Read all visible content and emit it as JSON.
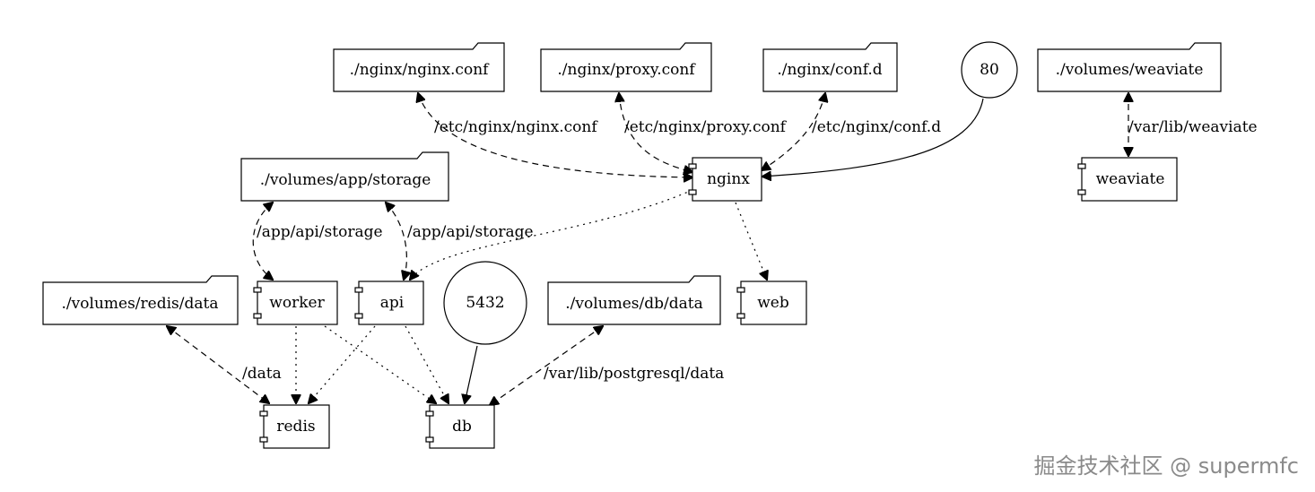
{
  "nodes": {
    "nginx_conf": "./nginx/nginx.conf",
    "proxy_conf": "./nginx/proxy.conf",
    "conf_d": "./nginx/conf.d",
    "port_80": "80",
    "vol_weaviate": "./volumes/weaviate",
    "vol_app_storage": "./volumes/app/storage",
    "nginx": "nginx",
    "weaviate": "weaviate",
    "vol_redis_data": "./volumes/redis/data",
    "worker": "worker",
    "api": "api",
    "port_5432": "5432",
    "vol_db_data": "./volumes/db/data",
    "web": "web",
    "redis": "redis",
    "db": "db"
  },
  "edge_labels": {
    "nginx_conf": "/etc/nginx/nginx.conf",
    "proxy_conf": "/etc/nginx/proxy.conf",
    "conf_d": "/etc/nginx/conf.d",
    "weaviate": "/var/lib/weaviate",
    "worker_storage": "/app/api/storage",
    "api_storage": "/app/api/storage",
    "redis_data": "/data",
    "db_data": "/var/lib/postgresql/data"
  },
  "watermark": "掘金技术社区 @ supermfc"
}
